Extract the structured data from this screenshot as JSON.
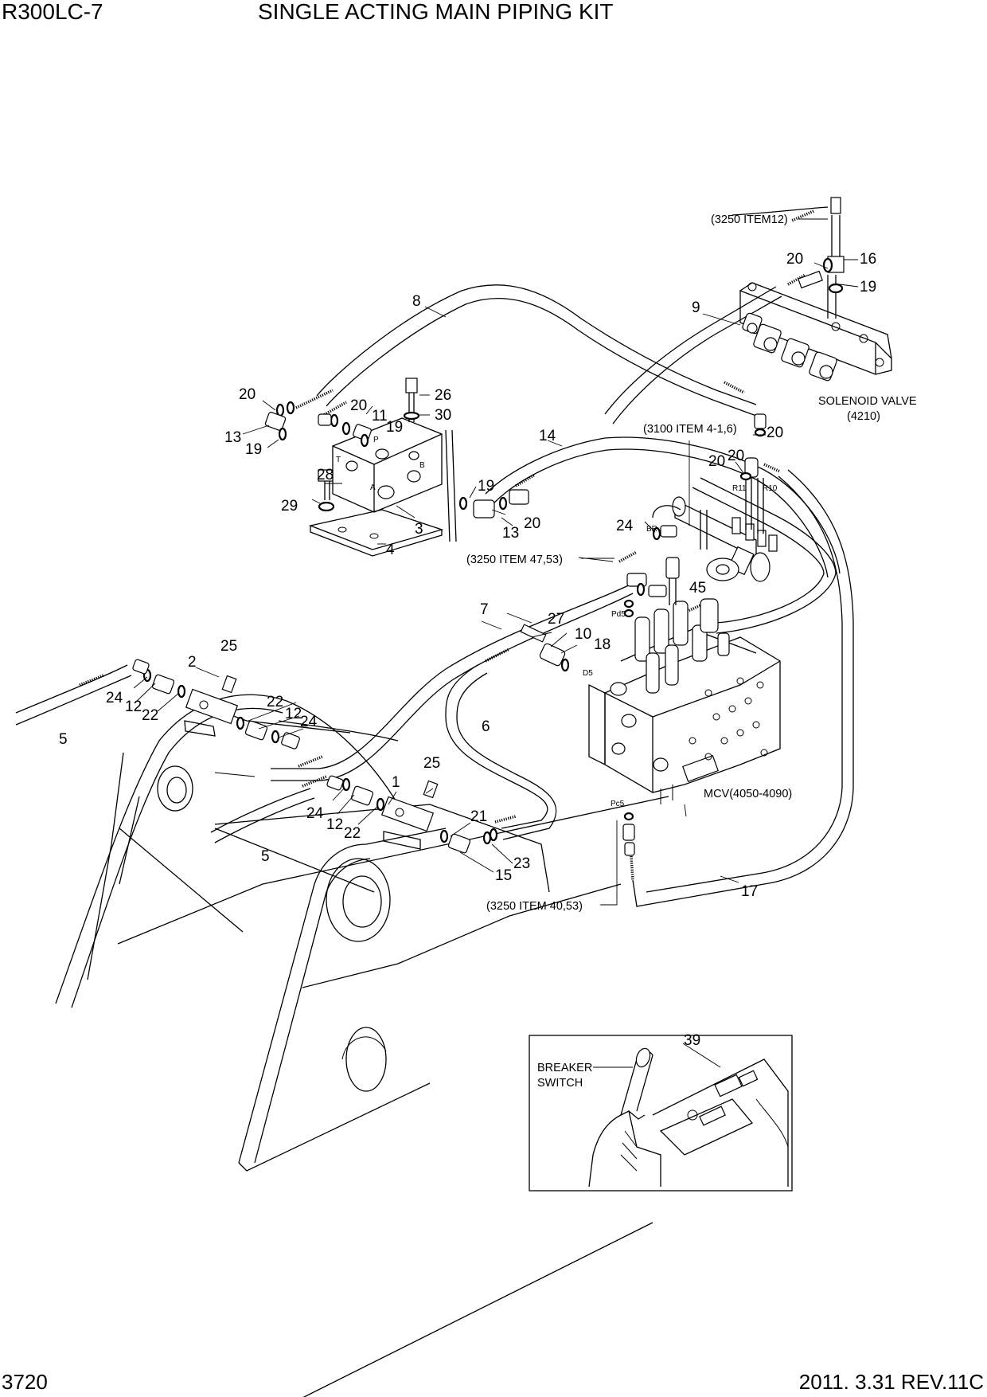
{
  "header": {
    "model": "R300LC-7",
    "title": "SINGLE ACTING MAIN PIPING KIT"
  },
  "footer": {
    "page": "3720",
    "revision": "2011. 3.31  REV.11C"
  },
  "references": {
    "r3250_12": "(3250 ITEM12)",
    "r3100": "(3100 ITEM 4-1,6)",
    "r3250_47": "(3250 ITEM 47,53)",
    "r3250_40": "(3250 ITEM 40,53)",
    "solenoid_1": "SOLENOID VALVE",
    "solenoid_2": "(4210)",
    "mcv": "MCV(4050-4090)",
    "breaker_1": "BREAKER",
    "breaker_2": "SWITCH"
  },
  "port_labels": {
    "pd5": "Pd5",
    "d5": "D5",
    "pc5": "Pc5",
    "br": "BR",
    "r11": "R11",
    "r10": "R10",
    "p": "P",
    "t": "T",
    "a": "A",
    "b": "B"
  },
  "part_labels": [
    "1",
    "2",
    "3",
    "4",
    "5",
    "5",
    "6",
    "7",
    "8",
    "9",
    "10",
    "11",
    "12",
    "12",
    "12",
    "13",
    "13",
    "14",
    "15",
    "16",
    "17",
    "18",
    "19",
    "19",
    "19",
    "19",
    "20",
    "20",
    "20",
    "20",
    "20",
    "20",
    "20",
    "21",
    "22",
    "22",
    "22",
    "23",
    "24",
    "24",
    "24",
    "24",
    "25",
    "25",
    "26",
    "27",
    "28",
    "29",
    "30",
    "39",
    "45"
  ]
}
